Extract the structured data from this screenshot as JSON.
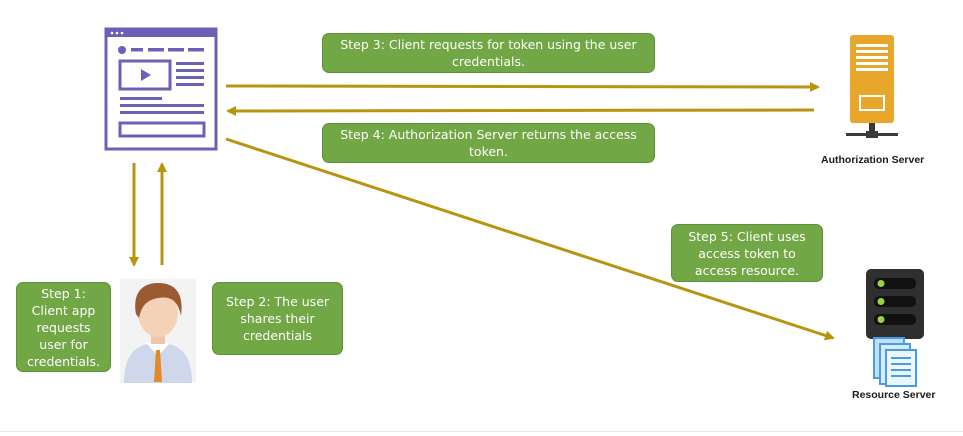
{
  "steps": {
    "step1": "Step 1:\nClient app\nrequests\nuser for\ncredentials.",
    "step2": "Step 2:  The user\nshares their\ncredentials",
    "step3": "Step 3: Client requests for token using the user\ncredentials.",
    "step4": "Step 4: Authorization Server returns the access\ntoken.",
    "step5": "Step 5: Client uses\naccess token to\naccess resource."
  },
  "labels": {
    "auth_server": "Authorization Server",
    "resource_server": "Resource Server"
  },
  "icons": {
    "client_app": "browser-window-icon",
    "user": "user-avatar-icon",
    "auth_server": "server-tower-icon",
    "resource_server": "server-rack-documents-icon"
  },
  "colors": {
    "arrow": "#b8940f",
    "step_box": "#71a745",
    "window_icon": "#6b62b8",
    "auth_server": "#e8a72a",
    "resource_server": "#2f2f2f",
    "resource_docs": "#4a9be0"
  }
}
